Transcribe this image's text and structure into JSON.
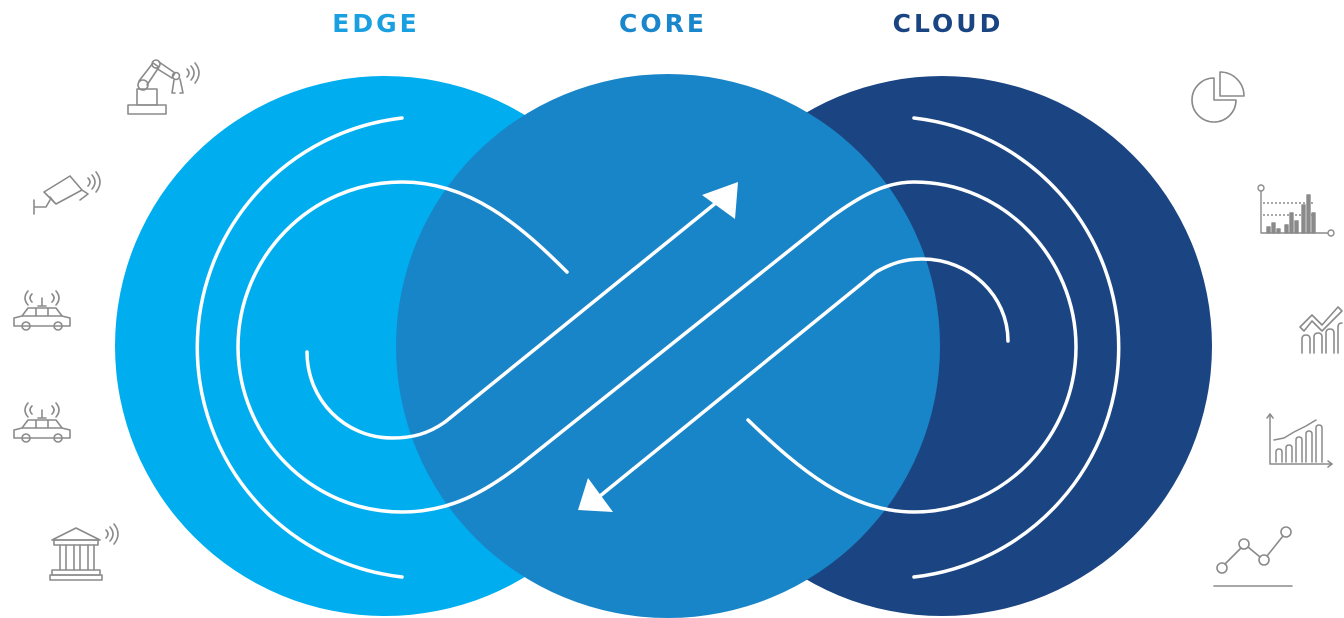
{
  "labels": {
    "edge": "EDGE",
    "core": "CORE",
    "cloud": "CLOUD"
  },
  "colors": {
    "edge": "#00aeef",
    "core": "#1885c8",
    "cloud": "#1b4582",
    "edge_label": "#1a9fe0",
    "core_label": "#1a86cc",
    "cloud_label": "#1b4582",
    "line": "#ffffff",
    "icon": "#8a8a8a"
  },
  "icons": {
    "left": [
      "robot-arm-icon",
      "security-camera-icon",
      "connected-car-icon",
      "connected-car-icon",
      "connected-building-icon"
    ],
    "right": [
      "pie-chart-icon",
      "bar-chart-icon",
      "trend-up-chart-icon",
      "growth-bar-chart-icon",
      "line-graph-icon"
    ]
  }
}
